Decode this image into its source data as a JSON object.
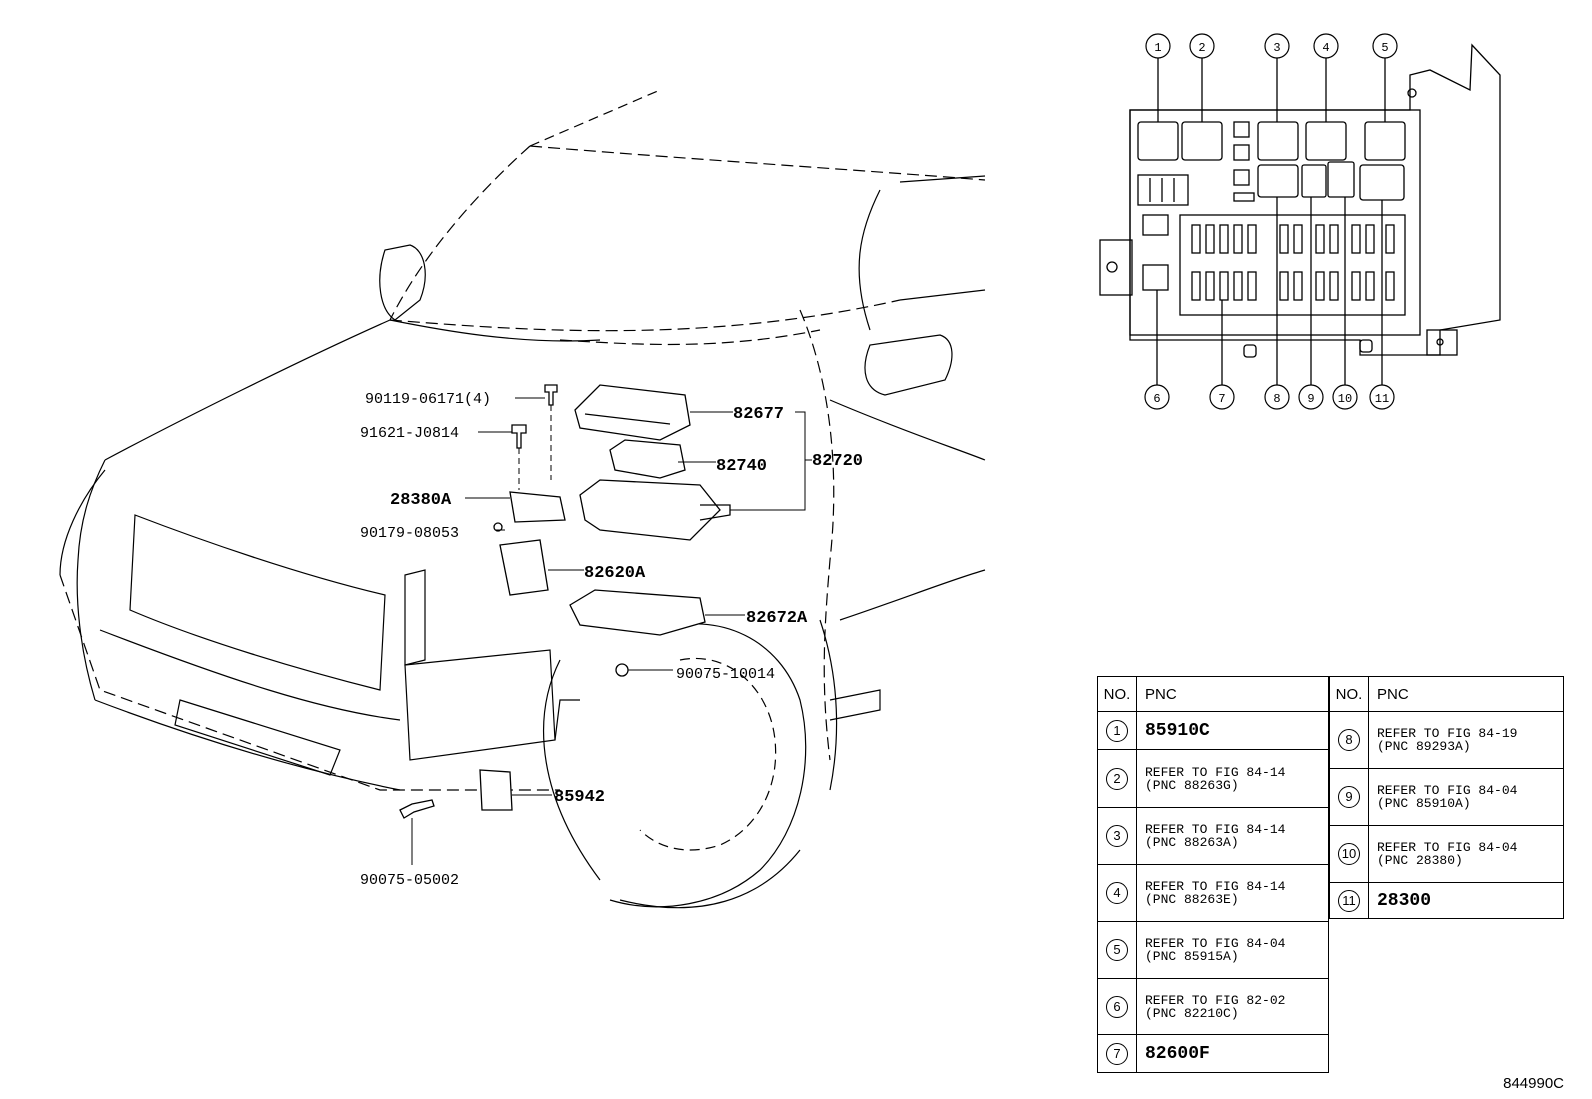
{
  "callouts": {
    "c90119": "90119-06171(4)",
    "c91621": "91621-J0814",
    "c28380A": "28380A",
    "c90179": "90179-08053",
    "c82677": "82677",
    "c82740": "82740",
    "c82720": "82720",
    "c82620A": "82620A",
    "c82672A": "82672A",
    "c90075a": "90075-10014",
    "c85942": "85942",
    "c90075b": "90075-05002"
  },
  "inset_numbers": [
    "1",
    "2",
    "3",
    "4",
    "5",
    "6",
    "7",
    "8",
    "9",
    "10",
    "11"
  ],
  "table": {
    "header_no": "NO.",
    "header_pnc": "PNC",
    "left": [
      {
        "no": "1",
        "line1": "85910C",
        "line2": ""
      },
      {
        "no": "2",
        "line1": "REFER TO FIG 84-14",
        "line2": "(PNC 88263G)"
      },
      {
        "no": "3",
        "line1": "REFER TO FIG 84-14",
        "line2": "(PNC 88263A)"
      },
      {
        "no": "4",
        "line1": "REFER TO FIG 84-14",
        "line2": "(PNC 88263E)"
      },
      {
        "no": "5",
        "line1": "REFER TO FIG 84-04",
        "line2": "(PNC 85915A)"
      },
      {
        "no": "6",
        "line1": "REFER TO FIG 82-02",
        "line2": "(PNC 82210C)"
      },
      {
        "no": "7",
        "line1": "82600F",
        "line2": ""
      }
    ],
    "right": [
      {
        "no": "8",
        "line1": "REFER TO FIG 84-19",
        "line2": "(PNC 89293A)"
      },
      {
        "no": "9",
        "line1": "REFER TO FIG 84-04",
        "line2": "(PNC 85910A)"
      },
      {
        "no": "10",
        "line1": "REFER TO FIG 84-04",
        "line2": "(PNC 28380)"
      },
      {
        "no": "11",
        "line1": "28300",
        "line2": ""
      }
    ]
  },
  "ref_code": "844990C"
}
